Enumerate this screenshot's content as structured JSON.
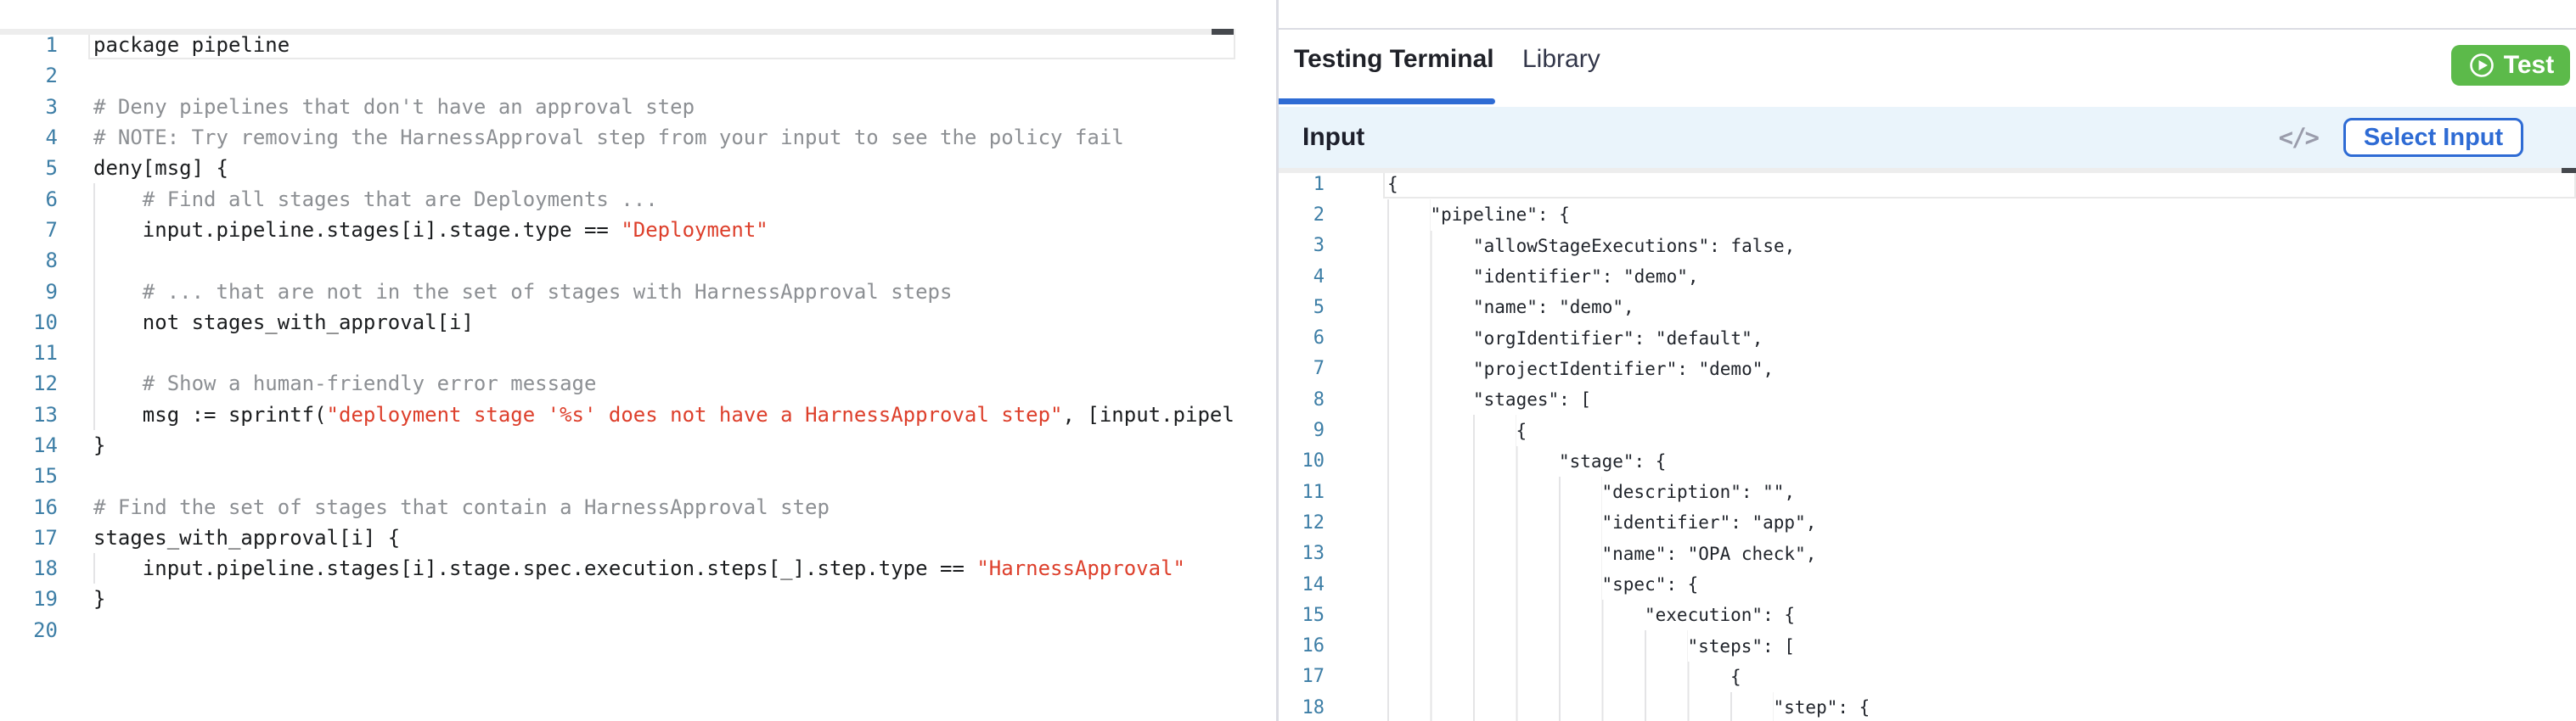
{
  "colors": {
    "accent_blue": "#2e6bd4",
    "test_green": "#5cba4a",
    "string_red": "#dd3f2b",
    "comment_gray": "#8c8f93",
    "line_number_blue": "#3d7ea6",
    "input_bar_bg": "#eaf4fb"
  },
  "left_editor": {
    "language": "rego",
    "lines": [
      {
        "n": 1,
        "lvl": 0,
        "segs": [
          {
            "t": "package pipeline",
            "c": ""
          }
        ]
      },
      {
        "n": 2,
        "lvl": 0,
        "segs": []
      },
      {
        "n": 3,
        "lvl": 0,
        "segs": [
          {
            "t": "# Deny pipelines that don't have an approval step",
            "c": "cm"
          }
        ]
      },
      {
        "n": 4,
        "lvl": 0,
        "segs": [
          {
            "t": "# NOTE: Try removing the HarnessApproval step from your input to see the policy fail",
            "c": "cm"
          }
        ]
      },
      {
        "n": 5,
        "lvl": 0,
        "segs": [
          {
            "t": "deny[msg] {",
            "c": ""
          }
        ]
      },
      {
        "n": 6,
        "lvl": 1,
        "segs": [
          {
            "t": "# Find all stages that are Deployments ...",
            "c": "cm"
          }
        ]
      },
      {
        "n": 7,
        "lvl": 1,
        "segs": [
          {
            "t": "input.pipeline.stages[i].stage.type == ",
            "c": ""
          },
          {
            "t": "\"Deployment\"",
            "c": "str"
          }
        ]
      },
      {
        "n": 8,
        "lvl": 1,
        "segs": []
      },
      {
        "n": 9,
        "lvl": 1,
        "segs": [
          {
            "t": "# ... that are not in the set of stages with HarnessApproval steps",
            "c": "cm"
          }
        ]
      },
      {
        "n": 10,
        "lvl": 1,
        "segs": [
          {
            "t": "not stages_with_approval[i]",
            "c": ""
          }
        ]
      },
      {
        "n": 11,
        "lvl": 1,
        "segs": []
      },
      {
        "n": 12,
        "lvl": 1,
        "segs": [
          {
            "t": "# Show a human-friendly error message",
            "c": "cm"
          }
        ]
      },
      {
        "n": 13,
        "lvl": 1,
        "segs": [
          {
            "t": "msg := sprintf(",
            "c": ""
          },
          {
            "t": "\"deployment stage '%s' does not have a HarnessApproval step\"",
            "c": "str"
          },
          {
            "t": ", [input.pipel",
            "c": ""
          }
        ]
      },
      {
        "n": 14,
        "lvl": 0,
        "segs": [
          {
            "t": "}",
            "c": ""
          }
        ]
      },
      {
        "n": 15,
        "lvl": 0,
        "segs": []
      },
      {
        "n": 16,
        "lvl": 0,
        "segs": [
          {
            "t": "# Find the set of stages that contain a HarnessApproval step",
            "c": "cm"
          }
        ]
      },
      {
        "n": 17,
        "lvl": 0,
        "segs": [
          {
            "t": "stages_with_approval[i] {",
            "c": ""
          }
        ]
      },
      {
        "n": 18,
        "lvl": 1,
        "segs": [
          {
            "t": "input.pipeline.stages[i].stage.spec.execution.steps[_].step.type == ",
            "c": ""
          },
          {
            "t": "\"HarnessApproval\"",
            "c": "str"
          }
        ]
      },
      {
        "n": 19,
        "lvl": 0,
        "segs": [
          {
            "t": "}",
            "c": ""
          }
        ]
      },
      {
        "n": 20,
        "lvl": 0,
        "segs": []
      }
    ]
  },
  "right_panel": {
    "tabs": [
      {
        "label": "Testing Terminal",
        "active": true
      },
      {
        "label": "Library",
        "active": false
      }
    ],
    "test_button_label": "Test",
    "input": {
      "title": "Input",
      "code_icon": "</>",
      "select_button_label": "Select Input"
    },
    "json_editor": {
      "lines": [
        {
          "n": 1,
          "lvl": 0,
          "t": "{"
        },
        {
          "n": 2,
          "lvl": 1,
          "t": "\"pipeline\": {"
        },
        {
          "n": 3,
          "lvl": 2,
          "t": "\"allowStageExecutions\": false,"
        },
        {
          "n": 4,
          "lvl": 2,
          "t": "\"identifier\": \"demo\","
        },
        {
          "n": 5,
          "lvl": 2,
          "t": "\"name\": \"demo\","
        },
        {
          "n": 6,
          "lvl": 2,
          "t": "\"orgIdentifier\": \"default\","
        },
        {
          "n": 7,
          "lvl": 2,
          "t": "\"projectIdentifier\": \"demo\","
        },
        {
          "n": 8,
          "lvl": 2,
          "t": "\"stages\": ["
        },
        {
          "n": 9,
          "lvl": 3,
          "t": "{"
        },
        {
          "n": 10,
          "lvl": 4,
          "t": "\"stage\": {"
        },
        {
          "n": 11,
          "lvl": 5,
          "t": "\"description\": \"\","
        },
        {
          "n": 12,
          "lvl": 5,
          "t": "\"identifier\": \"app\","
        },
        {
          "n": 13,
          "lvl": 5,
          "t": "\"name\": \"OPA check\","
        },
        {
          "n": 14,
          "lvl": 5,
          "t": "\"spec\": {"
        },
        {
          "n": 15,
          "lvl": 6,
          "t": "\"execution\": {"
        },
        {
          "n": 16,
          "lvl": 7,
          "t": "\"steps\": ["
        },
        {
          "n": 17,
          "lvl": 8,
          "t": "{"
        },
        {
          "n": 18,
          "lvl": 9,
          "t": "\"step\": {"
        }
      ]
    }
  }
}
